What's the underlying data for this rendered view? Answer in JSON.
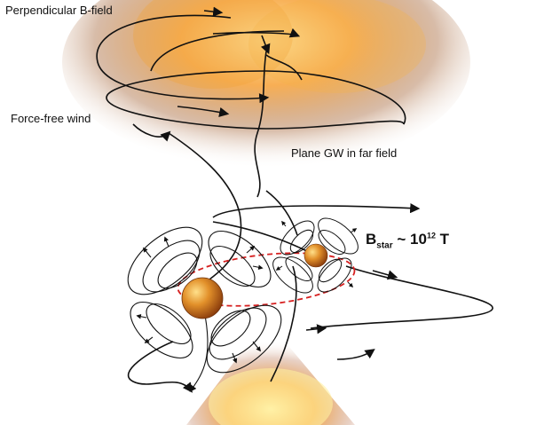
{
  "labels": {
    "perpendicular_b_field": "Perpendicular B-field",
    "force_free_wind": "Force-free wind",
    "plane_gw": "Plane GW in far field",
    "bstar_main": "B",
    "bstar_sub": "star",
    "bstar_approx": " ~ 10",
    "bstar_exp": "12",
    "bstar_unit": " T"
  },
  "colors": {
    "field_line": "#111111",
    "orbit": "#d62020",
    "glow_inner": "#fff3b0",
    "glow_mid": "#f59a2a",
    "glow_outer": "#7a4a2e",
    "star_light": "#f7c04a",
    "star_dark": "#9a4a10"
  }
}
